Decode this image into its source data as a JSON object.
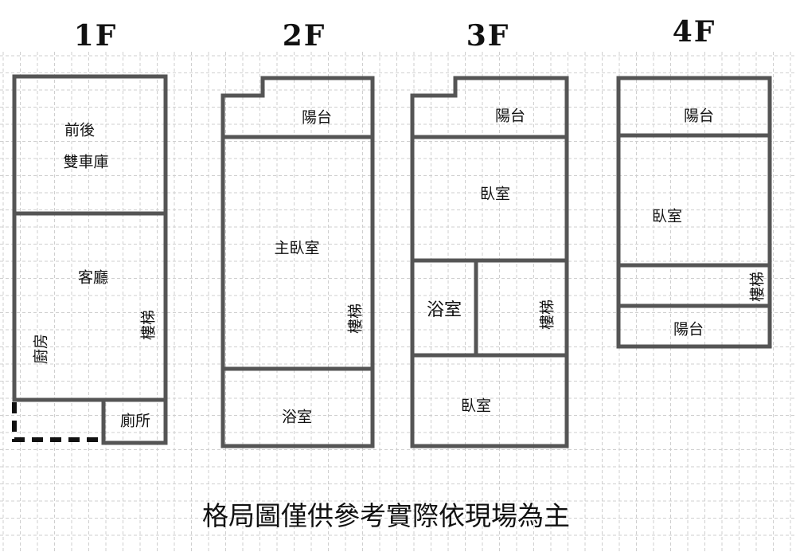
{
  "floors": [
    {
      "title": "1F",
      "rooms": {
        "garage_line1": "前後",
        "garage_line2": "雙車庫",
        "living": "客廳",
        "kitchen": "廚房",
        "stairs": "樓梯",
        "toilet": "廁所"
      }
    },
    {
      "title": "2F",
      "rooms": {
        "balcony": "陽台",
        "master_bedroom": "主臥室",
        "stairs": "樓梯",
        "bathroom": "浴室"
      }
    },
    {
      "title": "3F",
      "rooms": {
        "balcony": "陽台",
        "bedroom_front": "臥室",
        "bathroom": "浴室",
        "stairs": "樓梯",
        "bedroom_back": "臥室"
      }
    },
    {
      "title": "4F",
      "rooms": {
        "balcony_front": "陽台",
        "bedroom": "臥室",
        "stairs": "樓梯",
        "balcony_back": "陽台"
      }
    }
  ],
  "caption": "格局圖僅供參考實際依現場為主",
  "colors": {
    "wall": "#555555",
    "grid": "#cfcfcf"
  }
}
